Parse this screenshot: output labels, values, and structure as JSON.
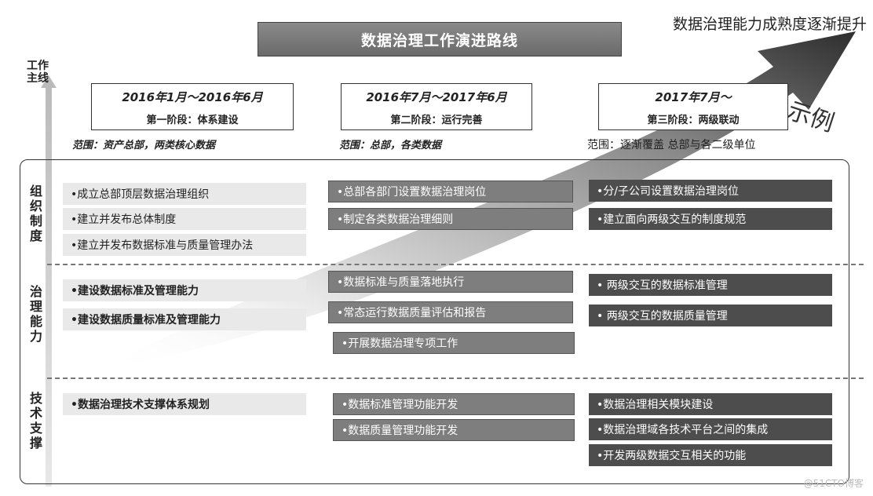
{
  "title": "数据治理工作演进路线",
  "top_caption": "数据治理能力成熟度逐渐提升",
  "example_label": "示例",
  "axis_label": "工作\n主线",
  "phases": [
    {
      "dates": "2016年1月～2016年6月",
      "stage": "第一阶段：体系建设",
      "scope": "范围：资产总部，两类核心数据"
    },
    {
      "dates": "2016年7月～2017年6月",
      "stage": "第二阶段：运行完善",
      "scope": "范围：总部，各类数据"
    },
    {
      "dates": "2017年7月～",
      "stage": "第三阶段：两级联动",
      "scope": "范围：逐渐覆盖 总部与各二级单位"
    }
  ],
  "rows": [
    {
      "label": "组\n织\n制\n度",
      "col1": [
        "•成立总部顶层数据治理组织",
        "•建立并发布总体制度",
        "•建立并发布数据标准与质量管理办法"
      ],
      "col2": [
        "•总部各部门设置数据治理岗位",
        "•制定各类数据治理细则"
      ],
      "col3": [
        "•分/子公司设置数据治理岗位",
        "•建立面向两级交互的制度规范"
      ]
    },
    {
      "label": "治\n理\n能\n力",
      "col1": [
        "•建设数据标准及管理能力",
        "•建设数据质量标准及管理能力"
      ],
      "col2": [
        "•数据标准与质量落地执行",
        "•常态运行数据质量评估和报告",
        "•开展数据治理专项工作"
      ],
      "col3": [
        "•  两级交互的数据标准管理",
        "•  两级交互的数据质量管理"
      ]
    },
    {
      "label": "技\n术\n支\n撑",
      "col1": [
        "•数据治理技术支撑体系规划"
      ],
      "col2": [
        "•数据标准管理功能开发",
        "•数据质量管理功能开发"
      ],
      "col3": [
        "•数据治理相关模块建设",
        "•数据治理域各技术平台之间的集成",
        "•开发两级数据交互相关的功能"
      ]
    }
  ],
  "watermark": "@51CTO博客",
  "colors": {
    "title_bg": "#7a7a7a",
    "light_item": "#e9e9e9",
    "mid_item": "#7e7e7e",
    "dark_item": "#4d4d4d"
  }
}
